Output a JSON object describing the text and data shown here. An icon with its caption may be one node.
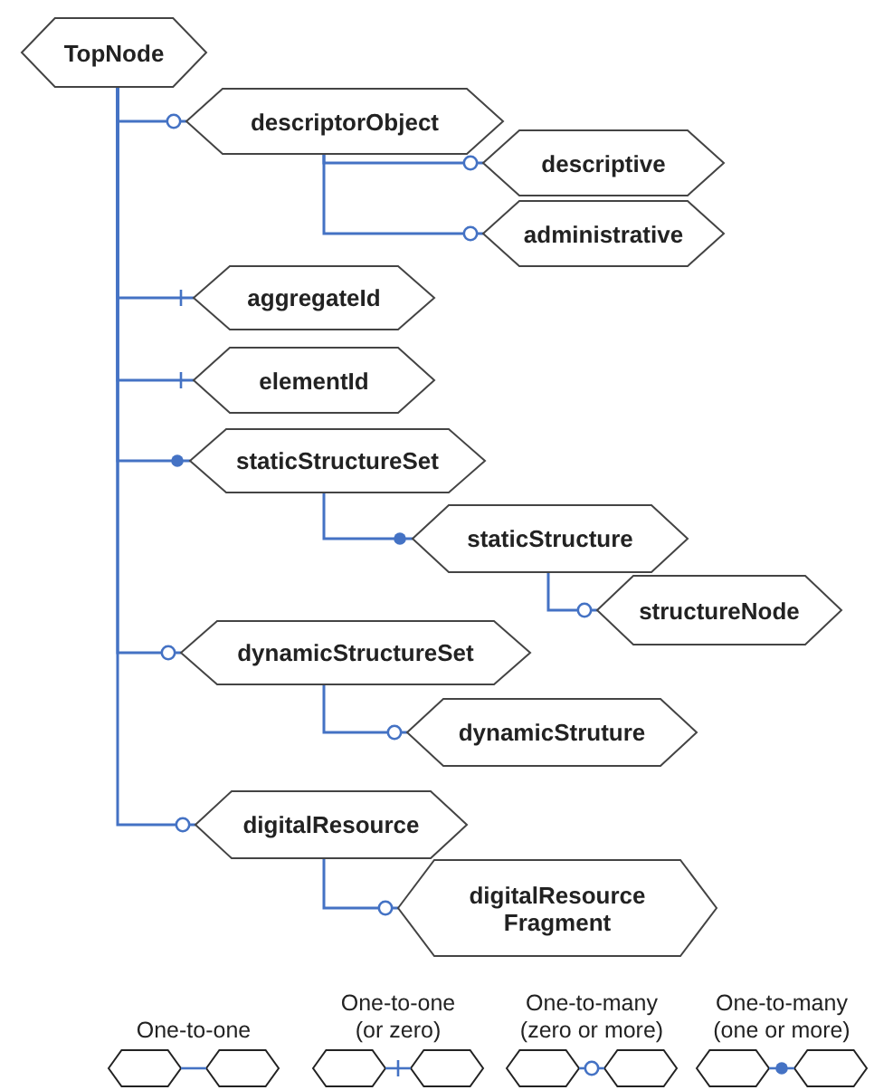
{
  "diagram": {
    "nodes": [
      {
        "text": [
          "TopNode"
        ]
      },
      {
        "text": [
          "descriptorObject"
        ]
      },
      {
        "text": [
          "descriptive"
        ]
      },
      {
        "text": [
          "administrative"
        ]
      },
      {
        "text": [
          "aggregateId"
        ]
      },
      {
        "text": [
          "elementId"
        ]
      },
      {
        "text": [
          "staticStructureSet"
        ]
      },
      {
        "text": [
          "staticStructure"
        ]
      },
      {
        "text": [
          "structureNode"
        ]
      },
      {
        "text": [
          "dynamicStructureSet"
        ]
      },
      {
        "text": [
          "dynamicStruture"
        ]
      },
      {
        "text": [
          "digitalResource"
        ]
      },
      {
        "text": [
          "digitalResource Fragment"
        ]
      }
    ],
    "edges": [
      {
        "from": 0,
        "to": 1,
        "arrow": "other"
      },
      {
        "from": 1,
        "to": 2,
        "arrow": "other"
      },
      {
        "from": 1,
        "to": 3,
        "arrow": "other"
      },
      {
        "from": 0,
        "to": 4,
        "arrow": "other"
      },
      {
        "from": 0,
        "to": 5,
        "arrow": "other"
      },
      {
        "from": 0,
        "to": 6,
        "arrow": "other"
      },
      {
        "from": 6,
        "to": 7,
        "arrow": "other"
      },
      {
        "from": 7,
        "to": 8,
        "arrow": "other"
      },
      {
        "from": 0,
        "to": 9,
        "arrow": "other"
      },
      {
        "from": 9,
        "to": 10,
        "arrow": "other"
      },
      {
        "from": 0,
        "to": 11,
        "arrow": "other"
      },
      {
        "from": 11,
        "to": 12,
        "arrow": "other"
      }
    ],
    "legend": [
      {
        "text": "One-to-one"
      },
      {
        "text": "One-to-one (or zero)"
      },
      {
        "text": "One-to-many (zero or more)"
      },
      {
        "text": "One-to-many (one or more)"
      }
    ]
  }
}
